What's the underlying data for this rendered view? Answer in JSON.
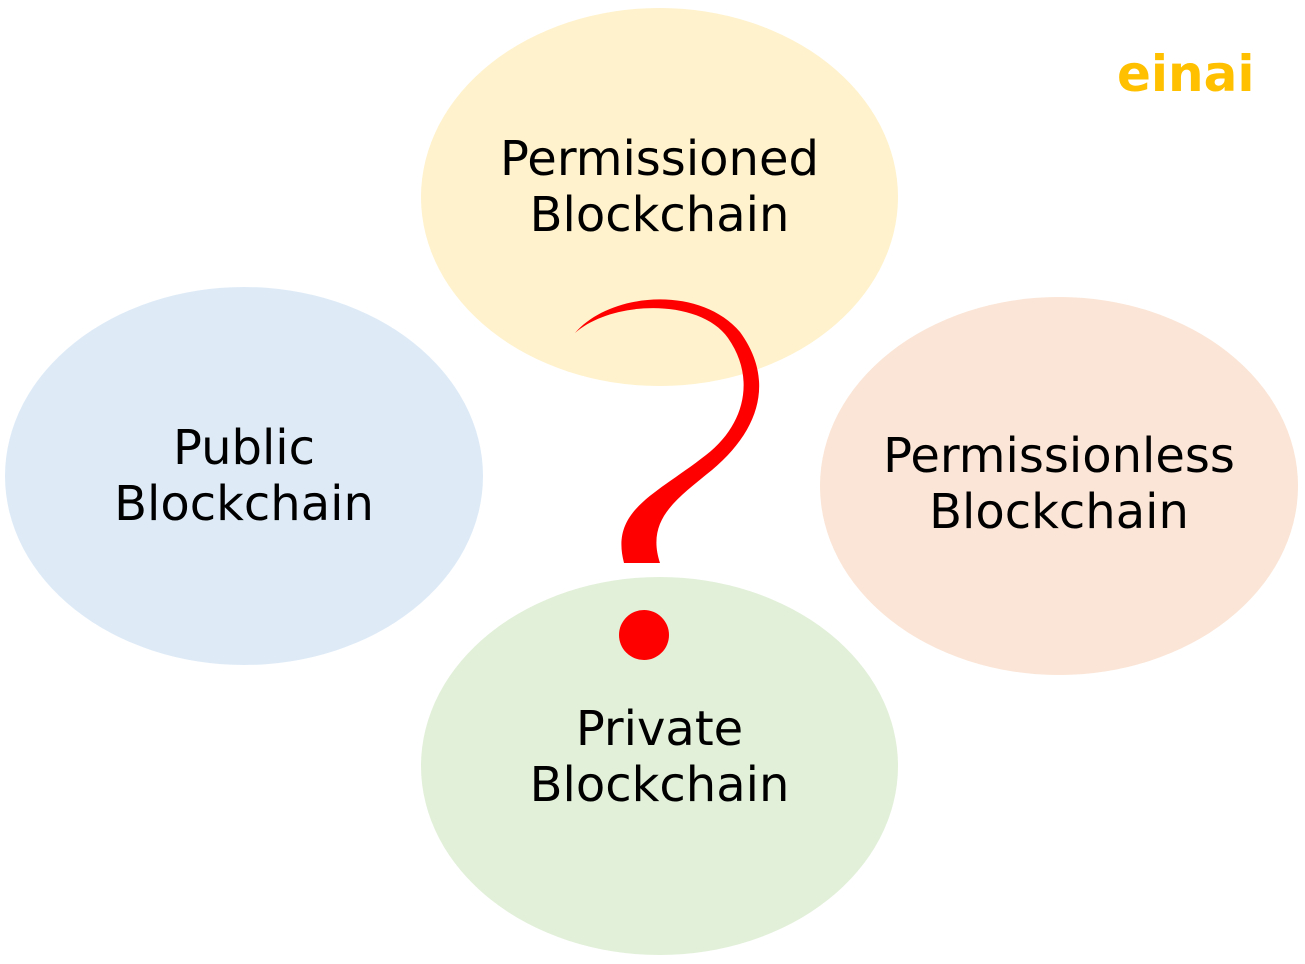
{
  "brand": {
    "text": "einai",
    "color": "#FFC000"
  },
  "bubbles": [
    {
      "line1": "Permissioned",
      "line2": "Blockchain",
      "fill": "#FFF2CC"
    },
    {
      "line1": "Public",
      "line2": "Blockchain",
      "fill": "#DEEBF7"
    },
    {
      "line1": "Permissionless",
      "line2": "Blockchain",
      "fill": "#FBE5D6"
    },
    {
      "line1": "Private",
      "line2": "Blockchain",
      "fill": "#E2F0D9"
    }
  ],
  "question_mark": {
    "icon": "question-mark-icon",
    "color": "#FF0000"
  }
}
